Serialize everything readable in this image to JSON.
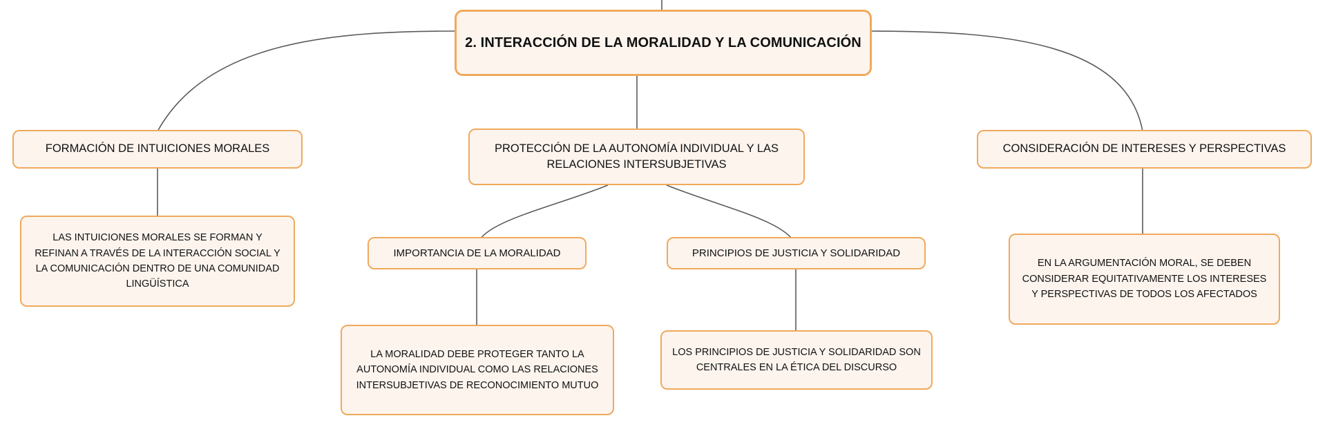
{
  "diagram": {
    "type": "mind-map",
    "background_color": "#ffffff",
    "node_fill": "#fdf4ee",
    "node_border": "#f0a95c",
    "text_color": "#111111",
    "connector_color": "#5a5a5a",
    "root": {
      "label": "2. INTERACCIÓN DE LA MORALIDAD Y LA COMUNICACIÓN"
    },
    "branches": [
      {
        "label": "FORMACIÓN DE INTUICIONES MORALES",
        "leaf": "LAS INTUICIONES MORALES SE FORMAN Y REFINAN A TRAVÉS DE LA INTERACCIÓN SOCIAL Y LA COMUNICACIÓN DENTRO DE UNA COMUNIDAD LINGÜÍSTICA"
      },
      {
        "label": "PROTECCIÓN DE LA AUTONOMÍA INDIVIDUAL Y LAS RELACIONES INTERSUBJETIVAS",
        "children": [
          {
            "label": "IMPORTANCIA DE LA MORALIDAD",
            "leaf": "LA MORALIDAD DEBE PROTEGER TANTO LA AUTONOMÍA INDIVIDUAL COMO LAS RELACIONES INTERSUBJETIVAS DE RECONOCIMIENTO MUTUO"
          },
          {
            "label": "PRINCIPIOS DE JUSTICIA Y SOLIDARIDAD",
            "leaf": "LOS PRINCIPIOS DE JUSTICIA Y SOLIDARIDAD SON CENTRALES EN LA ÉTICA DEL DISCURSO"
          }
        ]
      },
      {
        "label": "CONSIDERACIÓN DE INTERESES Y PERSPECTIVAS",
        "leaf": "EN LA ARGUMENTACIÓN MORAL, SE DEBEN CONSIDERAR EQUITATIVAMENTE LOS INTERESES Y PERSPECTIVAS DE TODOS LOS AFECTADOS"
      }
    ]
  }
}
